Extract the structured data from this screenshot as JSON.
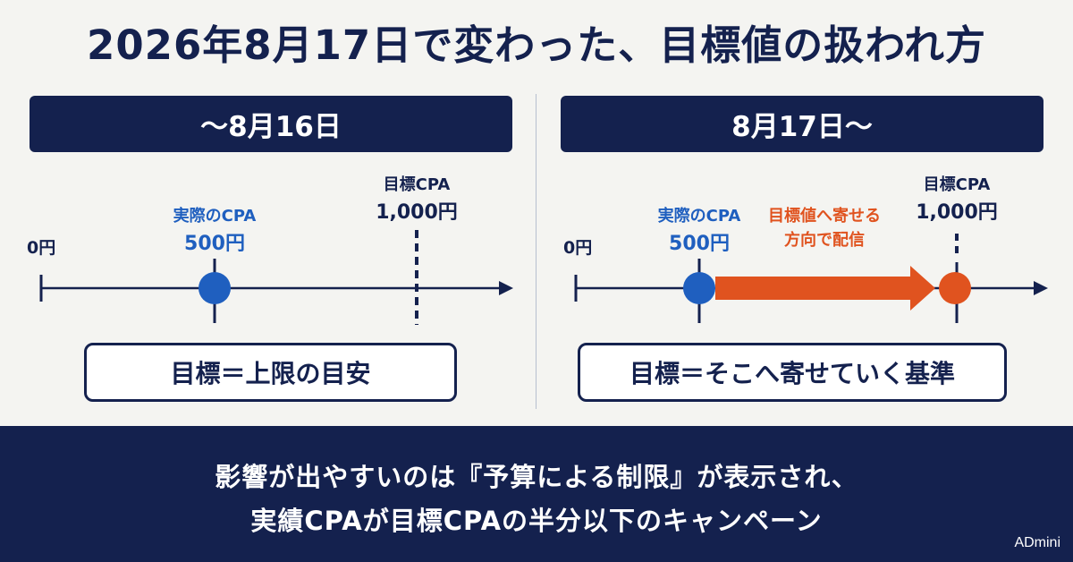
{
  "title": "2026年8月17日で変わった、目標値の扱われ方",
  "left": {
    "header": "～8月16日",
    "zero_label": "0円",
    "actual_label": "実際のCPA",
    "actual_value": "500円",
    "target_label": "目標CPA",
    "target_value": "1,000円",
    "summary": "目標＝上限の目安"
  },
  "right": {
    "header": "8月17日～",
    "zero_label": "0円",
    "actual_label": "実際のCPA",
    "actual_value": "500円",
    "arrow_label_1": "目標値へ寄せる",
    "arrow_label_2": "方向で配信",
    "target_label": "目標CPA",
    "target_value": "1,000円",
    "summary": "目標＝そこへ寄せていく基準"
  },
  "footer": {
    "line1": "影響が出やすいのは『予算による制限』が表示され、",
    "line2": "実績CPAが目標CPAの半分以下のキャンペーン",
    "brand": "ADmini"
  },
  "colors": {
    "navy": "#14214e",
    "blue": "#1f5fbf",
    "orange": "#e0531f",
    "background": "#f4f4f1"
  }
}
